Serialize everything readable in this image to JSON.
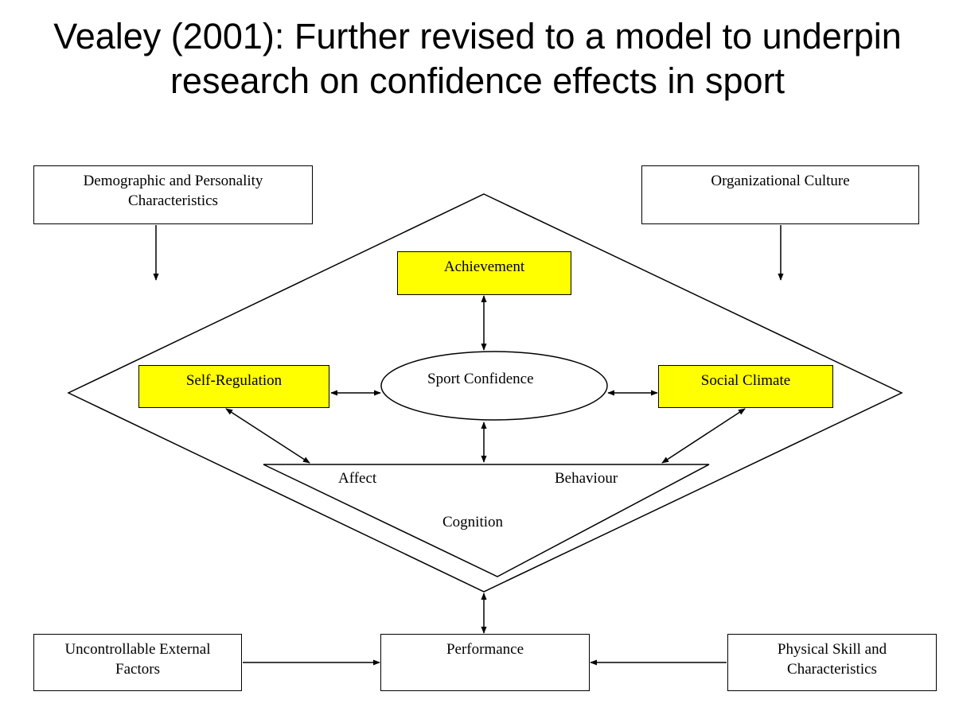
{
  "title": {
    "line1": "Vealey (2001): Further revised to a model to underpin",
    "line2": "research on confidence effects in sport"
  },
  "nodes": {
    "demographic": {
      "line1": "Demographic and Personality",
      "line2": "Characteristics"
    },
    "organizational": {
      "line1": "Organizational Culture"
    },
    "achievement": {
      "line1": "Achievement"
    },
    "self_regulation": {
      "line1": "Self-Regulation"
    },
    "sport_confidence": {
      "line1": "Sport Confidence"
    },
    "social_climate": {
      "line1": "Social Climate"
    },
    "affect": {
      "line1": "Affect"
    },
    "behaviour": {
      "line1": "Behaviour"
    },
    "cognition": {
      "line1": "Cognition"
    },
    "uncontrollable": {
      "line1": "Uncontrollable External",
      "line2": "Factors"
    },
    "performance": {
      "line1": "Performance"
    },
    "physical_skill": {
      "line1": "Physical Skill and",
      "line2": "Characteristics"
    }
  },
  "colors": {
    "highlight": "#ffff00",
    "line": "#000000",
    "background": "#ffffff"
  }
}
